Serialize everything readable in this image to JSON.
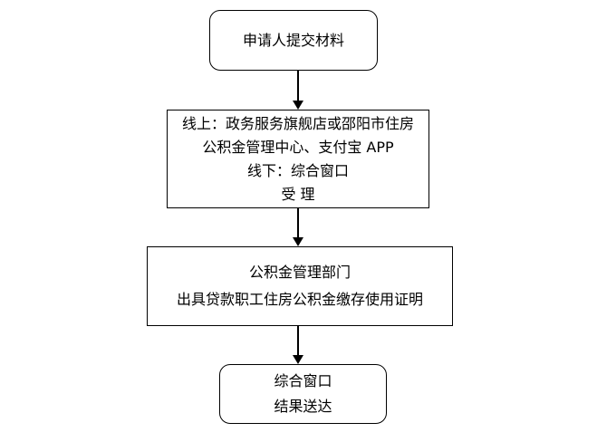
{
  "diagram": {
    "start": {
      "text": "申请人提交材料"
    },
    "accept": {
      "lines": [
        "线上：政务服务旗舰店或邵阳市住房",
        "公积金管理中心、支付宝 APP",
        "线下：综合窗口",
        "受 理"
      ]
    },
    "dept": {
      "lines": [
        "公积金管理部门",
        "出具贷款职工住房公积金缴存使用证明"
      ]
    },
    "end": {
      "lines": [
        "综合窗口",
        "结果送达"
      ]
    }
  }
}
